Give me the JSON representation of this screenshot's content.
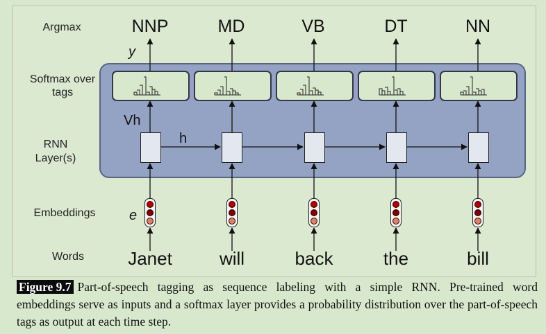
{
  "row_labels": {
    "argmax": "Argmax",
    "softmax_line1": "Softmax over",
    "softmax_line2": "tags",
    "rnn_line1": "RNN",
    "rnn_line2": "Layer(s)",
    "embeddings": "Embeddings",
    "words": "Words"
  },
  "symbols": {
    "y": "y",
    "vh": "Vh",
    "h": "h",
    "e": "e"
  },
  "tags": [
    "NNP",
    "MD",
    "VB",
    "DT",
    "NN"
  ],
  "words": [
    "Janet",
    "will",
    "back",
    "the",
    "bill"
  ],
  "caption": {
    "figure_label": "Figure 9.7",
    "text": "Part-of-speech tagging as sequence labeling with a simple RNN. Pre-trained word embeddings serve as inputs and a softmax layer provides a probability distribution over the part-of-speech tags as output at each time step."
  },
  "colors": {
    "background": "#d8e8cc",
    "rnn_panel": "#94a3c4",
    "embedding_top": "#b00000",
    "embedding_mid": "#7a0000",
    "embedding_bottom": "#d9826a"
  }
}
